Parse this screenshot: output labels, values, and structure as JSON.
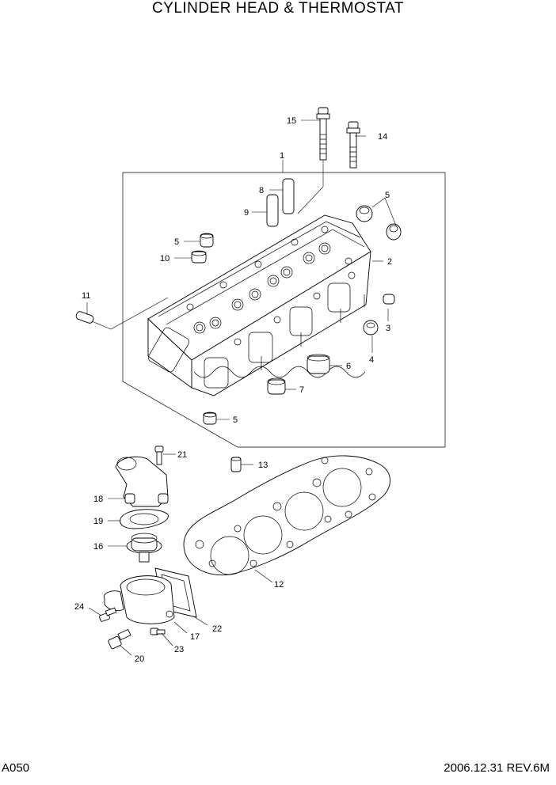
{
  "title": "CYLINDER HEAD & THERMOSTAT",
  "footer": {
    "page_code": "A050",
    "date_rev": "2006.12.31 REV.6M"
  },
  "callouts": [
    "1",
    "2",
    "3",
    "4",
    "5",
    "5",
    "5",
    "5",
    "6",
    "7",
    "8",
    "9",
    "10",
    "11",
    "12",
    "13",
    "14",
    "15",
    "16",
    "17",
    "18",
    "19",
    "20",
    "21",
    "22",
    "23",
    "24"
  ]
}
